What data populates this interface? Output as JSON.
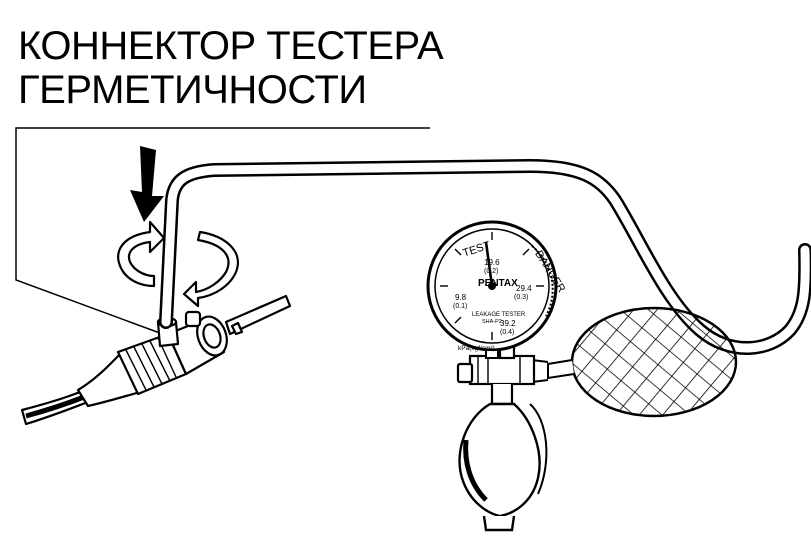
{
  "callout": {
    "line1": "КОННЕКТОР ТЕСТЕРА",
    "line2": "ГЕРМЕТИЧНОСТИ"
  },
  "gauge": {
    "arc_top": "TEST",
    "arc_right": "DANGER",
    "brand": "PENTAX",
    "model_line1": "LEAKAGE TESTER",
    "model_line2": "SHA-P2",
    "unit": "kPa(kgf/cm²)",
    "scale": [
      {
        "value": "9.8",
        "sub": "(0.1)"
      },
      {
        "value": "19.6",
        "sub": "(0.2)"
      },
      {
        "value": "29.4",
        "sub": "(0.3)"
      },
      {
        "value": "39.2",
        "sub": "(0.4)"
      }
    ]
  },
  "colors": {
    "ink": "#000000",
    "paper": "#ffffff"
  },
  "icons": {
    "push_arrow": "arrow-down-icon",
    "rotate_left": "rotate-ccw-icon",
    "rotate_right": "rotate-cw-icon"
  }
}
